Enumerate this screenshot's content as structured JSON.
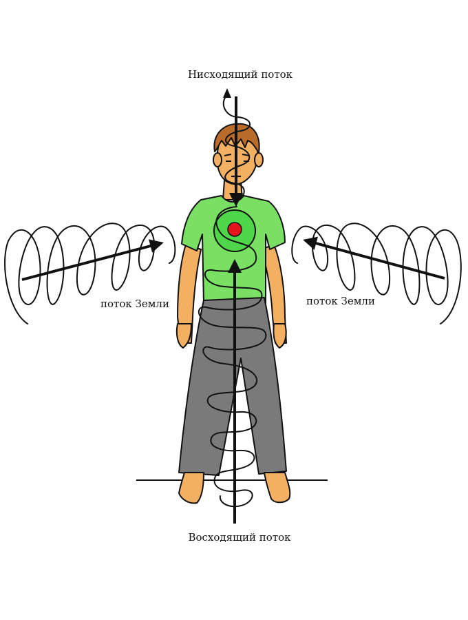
{
  "labels": {
    "top": "Нисходящий поток",
    "left": "поток Земли",
    "right": "поток Земли",
    "bottom": "Восходящий поток"
  },
  "colors": {
    "skin": "#f3b062",
    "shirt": "#79e064",
    "shirt_circle": "#4fd64a",
    "center_dot": "#e3141b",
    "pants": "#7a7a7a",
    "hair": "#b86b2a",
    "line": "#111111"
  }
}
